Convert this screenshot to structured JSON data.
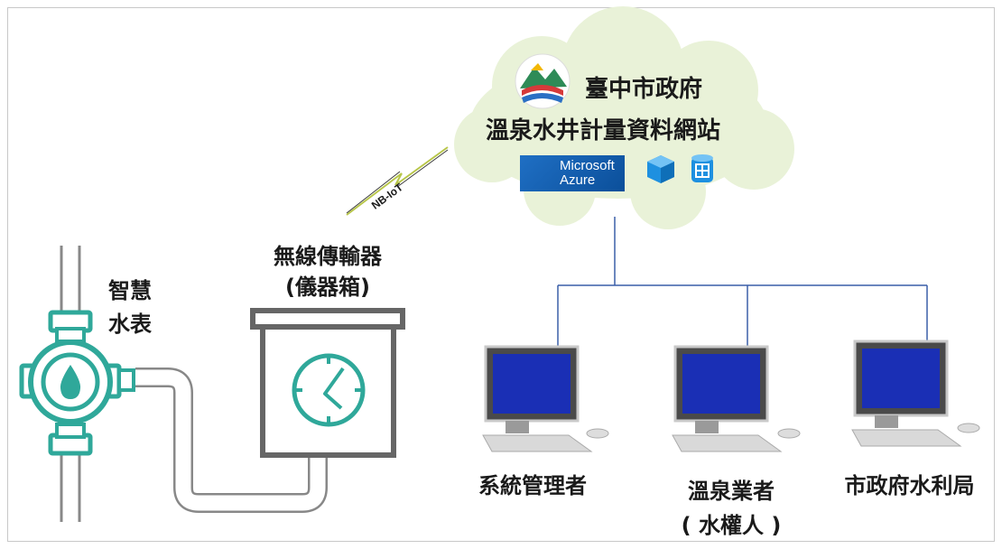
{
  "diagram": {
    "colors": {
      "teal": "#2fa89a",
      "pipe_gray": "#888888",
      "box_gray": "#666666",
      "cloud_fill": "#e9f2d8",
      "network_line": "#3a5fa8",
      "azure_blue": "#1666b8",
      "monitor_screen": "#1a2fb5"
    },
    "meter": {
      "label_line1": "智慧",
      "label_line2": "水表"
    },
    "transmitter": {
      "label_line1": "無線傳輸器",
      "label_line2": "(儀器箱)"
    },
    "link": {
      "label": "NB-IoT"
    },
    "cloud": {
      "org_name": "臺中市政府",
      "site_name": "溫泉水井計量資料網站",
      "azure_line1": "Microsoft",
      "azure_line2": "Azure"
    },
    "clients": [
      {
        "label_line1": "系統管理者",
        "label_line2": ""
      },
      {
        "label_line1": "溫泉業者",
        "label_line2": "( 水權人 )"
      },
      {
        "label_line1": "市政府水利局",
        "label_line2": ""
      }
    ],
    "icons": [
      "logo-icon",
      "windows-logo-icon",
      "cube-icon",
      "database-icon",
      "lightning-icon",
      "clock-icon",
      "water-drop-icon",
      "monitor-icon"
    ]
  }
}
